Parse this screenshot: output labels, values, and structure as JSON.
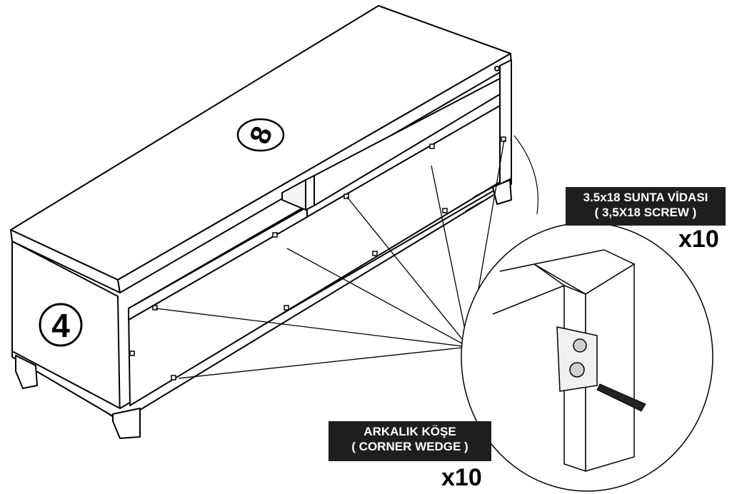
{
  "panels": {
    "top_panel_number": "8",
    "side_panel_number": "4"
  },
  "callouts": {
    "screw": {
      "line1": "3.5x18 SUNTA VİDASI",
      "line2": "( 3,5X18 SCREW )",
      "quantity": "x10"
    },
    "corner_wedge": {
      "line1": "ARKALIK KÖŞE",
      "line2": "( CORNER WEDGE )",
      "quantity": "x10"
    }
  },
  "colors": {
    "ink": "#000000",
    "label_background": "#1e1e1e",
    "label_text": "#ffffff",
    "paper": "#ffffff"
  }
}
